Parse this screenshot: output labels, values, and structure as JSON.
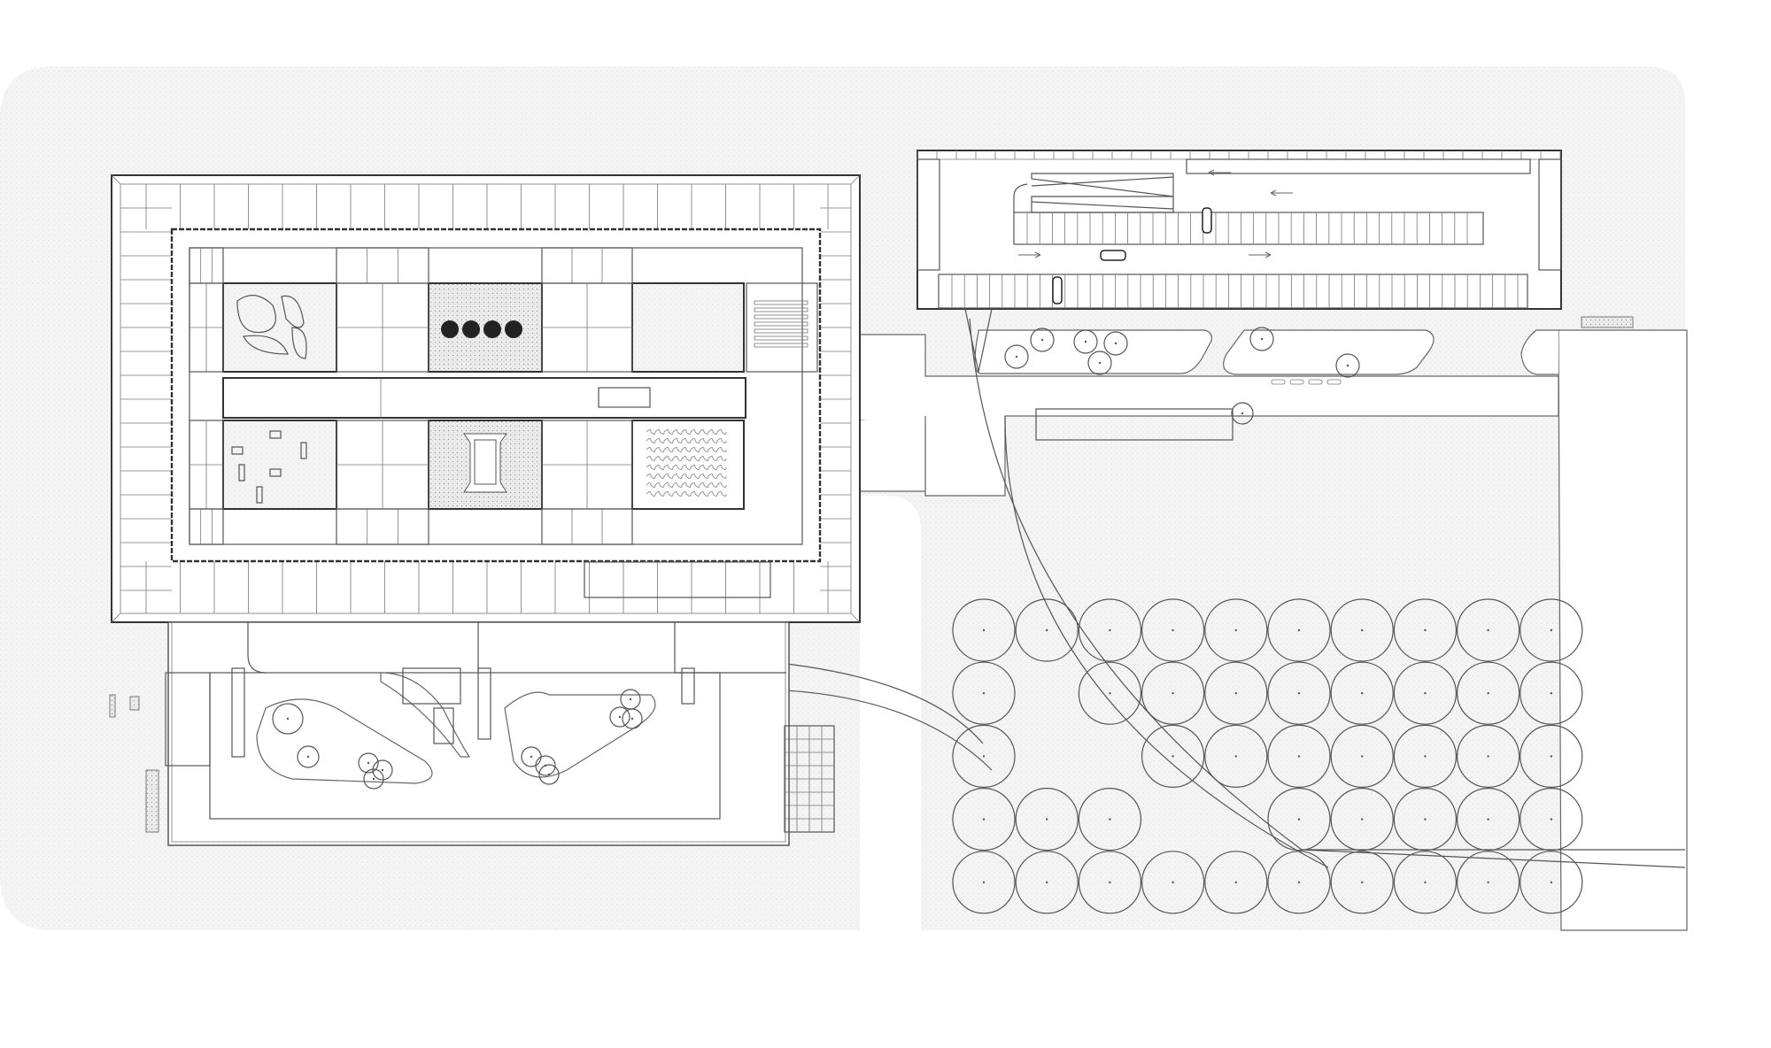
{
  "colors": {
    "background": "#ffffff",
    "ground_stipple": "#efefef",
    "linework": "#555555",
    "courtyard_fill": "#e6e6e6"
  },
  "icons": {
    "north_building": "building-plan",
    "garage": "parking-garage-plan",
    "trees": "tree-symbol",
    "cars": "car-symbol"
  }
}
